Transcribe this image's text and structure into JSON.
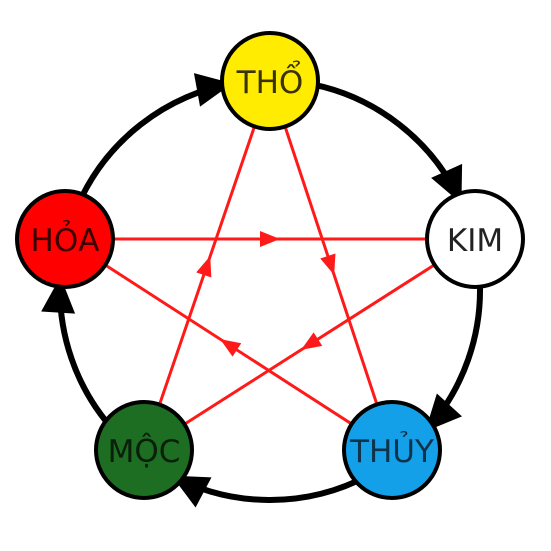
{
  "nodes": [
    {
      "id": "tho",
      "label": "THỔ",
      "fill": "#ffec00",
      "text_color": "#3a3200"
    },
    {
      "id": "kim",
      "label": "KIM",
      "fill": "#ffffff",
      "text_color": "#222222"
    },
    {
      "id": "thuy",
      "label": "THỦY",
      "fill": "#14a0e8",
      "text_color": "#10324a"
    },
    {
      "id": "moc",
      "label": "MỘC",
      "fill": "#1d6e22",
      "text_color": "#0a1f0a"
    },
    {
      "id": "hoa",
      "label": "HỎA",
      "fill": "#ff0000",
      "text_color": "#3a0000"
    }
  ],
  "generating_cycle": {
    "color": "#000000",
    "edges": [
      {
        "from": "tho",
        "to": "kim"
      },
      {
        "from": "kim",
        "to": "thuy"
      },
      {
        "from": "thuy",
        "to": "moc"
      },
      {
        "from": "moc",
        "to": "hoa"
      },
      {
        "from": "hoa",
        "to": "tho"
      }
    ]
  },
  "overcoming_cycle": {
    "color": "#ff1a1a",
    "edges": [
      {
        "from": "tho",
        "to": "thuy"
      },
      {
        "from": "thuy",
        "to": "hoa"
      },
      {
        "from": "hoa",
        "to": "kim"
      },
      {
        "from": "kim",
        "to": "moc"
      },
      {
        "from": "moc",
        "to": "tho"
      }
    ]
  },
  "node_border_color": "#000000"
}
